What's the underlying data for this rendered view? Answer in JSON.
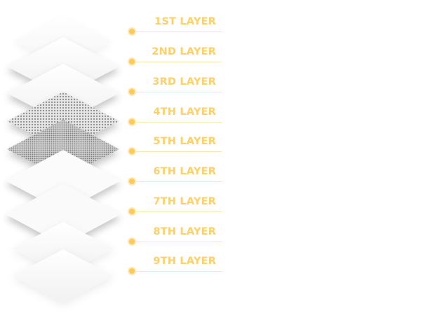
{
  "layers": [
    {
      "label": "1ST LAYER"
    },
    {
      "label": "2ND LAYER"
    },
    {
      "label": "3RD LAYER"
    },
    {
      "label": "4TH LAYER"
    },
    {
      "label": "5TH LAYER"
    },
    {
      "label": "6TH LAYER"
    },
    {
      "label": "7TH LAYER"
    },
    {
      "label": "8TH LAYER"
    },
    {
      "label": "9TH LAYER"
    }
  ],
  "colors": {
    "accent": "#fcd06a",
    "line": "#fde6b0"
  }
}
